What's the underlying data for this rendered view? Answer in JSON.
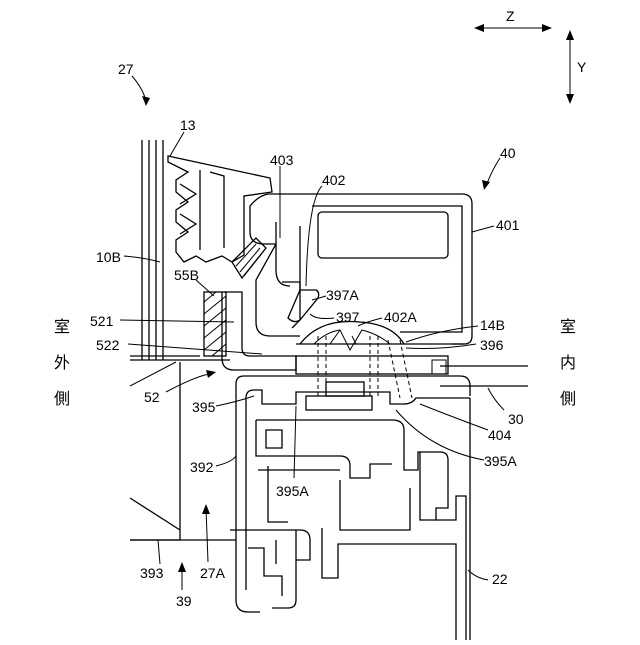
{
  "axes": {
    "z_label": "Z",
    "y_label": "Y"
  },
  "sides": {
    "outdoor": [
      "室",
      "外",
      "側"
    ],
    "indoor": [
      "室",
      "内",
      "側"
    ]
  },
  "labels": {
    "l27": "27",
    "l13": "13",
    "l403": "403",
    "l402": "402",
    "l40": "40",
    "l401": "401",
    "l10B": "10B",
    "l55B": "55B",
    "l397A": "397A",
    "l397": "397",
    "l402A": "402A",
    "l14B": "14B",
    "l396": "396",
    "l521": "521",
    "l522": "522",
    "l52": "52",
    "l395": "395",
    "l30": "30",
    "l404": "404",
    "l395A_right": "395A",
    "l392": "392",
    "l395A_left": "395A",
    "l393": "393",
    "l27A": "27A",
    "l22": "22",
    "l39": "39"
  }
}
